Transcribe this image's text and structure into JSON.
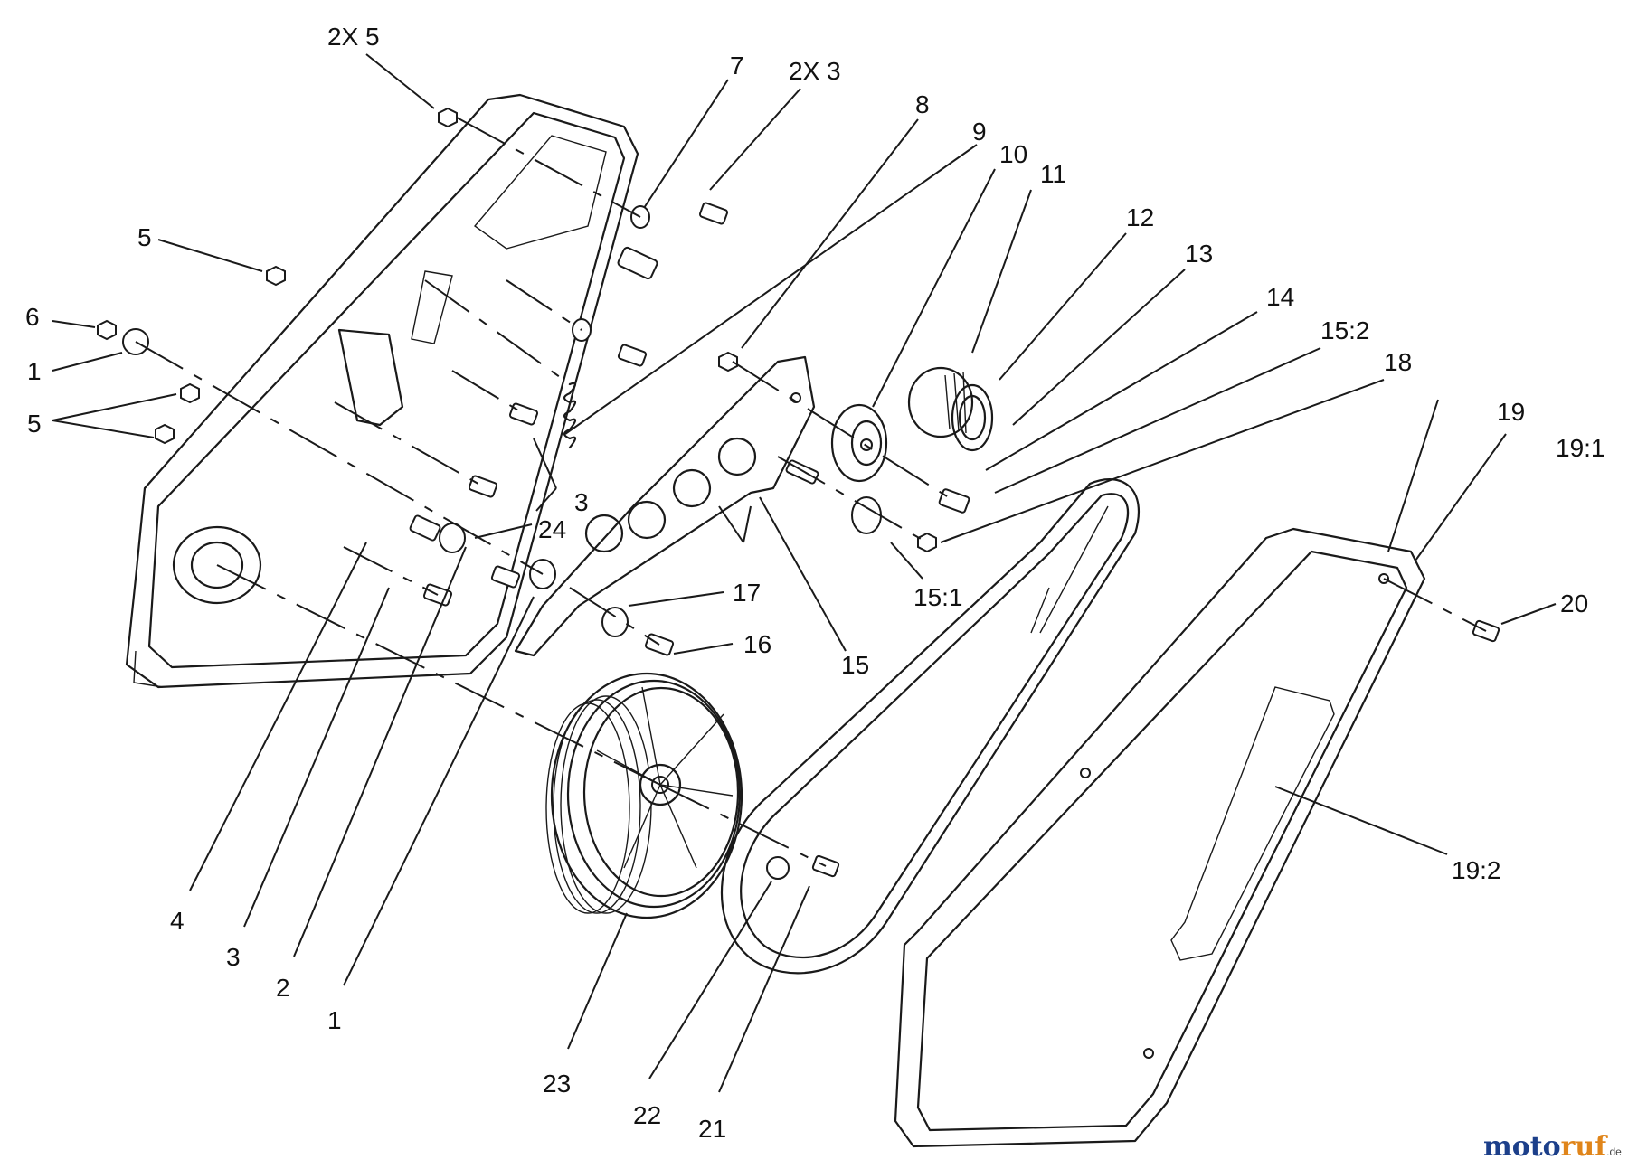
{
  "callouts": [
    {
      "id": "c1",
      "text": "2X 5"
    },
    {
      "id": "c2",
      "text": "7"
    },
    {
      "id": "c3",
      "text": "2X 3"
    },
    {
      "id": "c4",
      "text": "8"
    },
    {
      "id": "c5",
      "text": "9"
    },
    {
      "id": "c6",
      "text": "10"
    },
    {
      "id": "c7",
      "text": "11"
    },
    {
      "id": "c8",
      "text": "12"
    },
    {
      "id": "c9",
      "text": "13"
    },
    {
      "id": "c10",
      "text": "14"
    },
    {
      "id": "c11",
      "text": "15:2"
    },
    {
      "id": "c12",
      "text": "18"
    },
    {
      "id": "c13",
      "text": "5"
    },
    {
      "id": "c14",
      "text": "6"
    },
    {
      "id": "c15",
      "text": "1"
    },
    {
      "id": "c16",
      "text": "5"
    },
    {
      "id": "c17",
      "text": "3"
    },
    {
      "id": "c18",
      "text": "24"
    },
    {
      "id": "c19",
      "text": "17"
    },
    {
      "id": "c20",
      "text": "16"
    },
    {
      "id": "c21",
      "text": "15"
    },
    {
      "id": "c22",
      "text": "15:1"
    },
    {
      "id": "c23",
      "text": "19"
    },
    {
      "id": "c24",
      "text": "19:1"
    },
    {
      "id": "c25",
      "text": "20"
    },
    {
      "id": "c26",
      "text": "19:2"
    },
    {
      "id": "c27",
      "text": "4"
    },
    {
      "id": "c28",
      "text": "3"
    },
    {
      "id": "c29",
      "text": "2"
    },
    {
      "id": "c30",
      "text": "1"
    },
    {
      "id": "c31",
      "text": "23"
    },
    {
      "id": "c32",
      "text": "22"
    },
    {
      "id": "c33",
      "text": "21"
    }
  ],
  "watermark": {
    "part1": "moto",
    "part2": "ruf",
    "suffix": ".de"
  }
}
